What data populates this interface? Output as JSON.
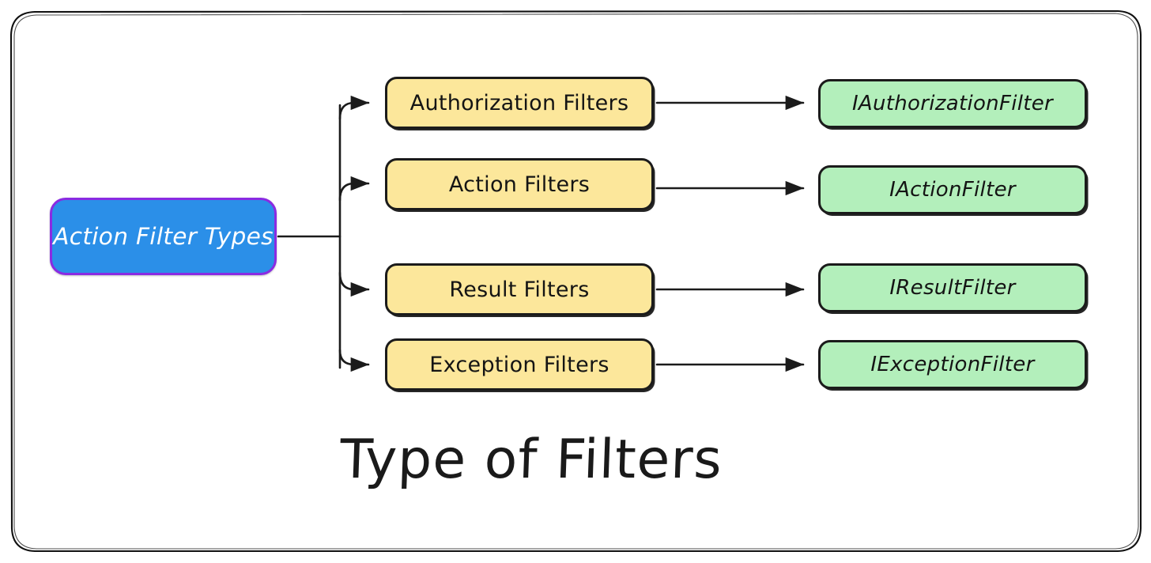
{
  "diagram": {
    "caption": "Type of Filters",
    "frame": {
      "stroke_color": "#111111",
      "style": "hand-drawn rounded rectangle"
    },
    "root": {
      "label": "Action Filter Types",
      "fill": "#2b8fe8",
      "border": "#8a2be2",
      "text_color": "#ffffff"
    },
    "colors": {
      "filter_fill": "#fce79b",
      "interface_fill": "#b3efbb",
      "stroke": "#1b1b1b",
      "background": "#ffffff"
    },
    "rows": [
      {
        "filter": "Authorization Filters",
        "interface": "IAuthorizationFilter"
      },
      {
        "filter": "Action Filters",
        "interface": "IActionFilter"
      },
      {
        "filter": "Result Filters",
        "interface": "IResultFilter"
      },
      {
        "filter": "Exception Filters",
        "interface": "IExceptionFilter"
      }
    ]
  }
}
